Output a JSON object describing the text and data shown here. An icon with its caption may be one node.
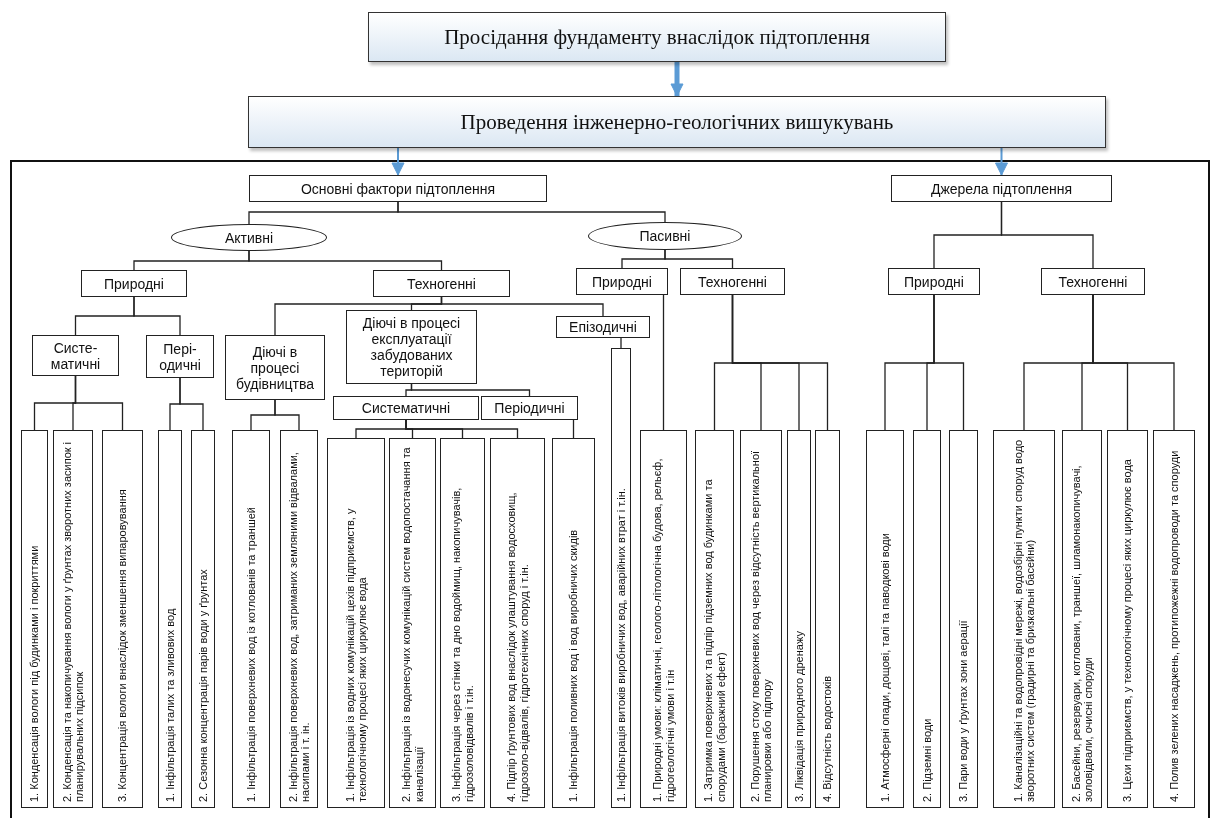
{
  "diagram": {
    "nodes": [
      {
        "text": [
          "Просідання фундаменту внаслідок підтоплення"
        ]
      },
      {
        "text": [
          "Проведення інженерно-геологічних вишукувань"
        ]
      },
      {
        "text": [
          "Основні фактори підтоплення"
        ]
      },
      {
        "text": [
          "Активні"
        ]
      },
      {
        "text": [
          "Пасивні"
        ]
      },
      {
        "text": [
          "Природні"
        ]
      },
      {
        "text": [
          "Техногенні"
        ]
      },
      {
        "text": [
          "Систе- матичні"
        ]
      },
      {
        "text": [
          "Пері- одичні"
        ]
      },
      {
        "text": [
          "Діючі в процесі будівництва"
        ]
      },
      {
        "text": [
          "Діючі в процесі експлуатації забудованих територій"
        ]
      },
      {
        "text": [
          "Епізодичні"
        ]
      },
      {
        "text": [
          "Систематичні"
        ]
      },
      {
        "text": [
          "Періодичні"
        ]
      },
      {
        "text": [
          "1. Конденсація вологи під будинками і покриттями"
        ]
      },
      {
        "text": [
          "2. Конденсація та накопичування вологи у ґрунтах зворотних засипок і планирувальних підсипок"
        ]
      },
      {
        "text": [
          "3. Концентрація вологи внаслідок зменшення випаровування"
        ]
      },
      {
        "text": [
          "1. Інфільтрація талих та зливових вод"
        ]
      },
      {
        "text": [
          "2. Сезонна концентрація парів води у ґрунтах"
        ]
      },
      {
        "text": [
          "1. Інфільтрація поверхневих вод із котлованів та траншей"
        ]
      },
      {
        "text": [
          "2. Інфільтрація поверхневих вод, затриманих земляними відвалами, насипами і т. ін."
        ]
      },
      {
        "text": [
          "1. Інфільтрація із водних комунікацій цехів підприємств, у технологічному процесі яких циркулює вода"
        ]
      },
      {
        "text": [
          "2. Інфільтрація із водонесучих комунікацій систем водопостачання та каналізації"
        ]
      },
      {
        "text": [
          "3. Інфільтрація через стінки та дно водоймищ, накопичувачів, гідрозоловідвалів і т.ін."
        ]
      },
      {
        "text": [
          "4. Підпір ґрунтових вод внаслідок улаштування водосховищ, гідрозоло-відвалів, гідротехнічних споруд і т.ін."
        ]
      },
      {
        "text": [
          "1. Інфільтрація поливних вод і вод виробничих скидів"
        ]
      },
      {
        "text": [
          "1. Інфільтрація витоків виробничих вод, аварійних втрат і т.ін."
        ]
      },
      {
        "text": [
          "Природні"
        ]
      },
      {
        "text": [
          "Техногенні"
        ]
      },
      {
        "text": [
          "1. Природні умови: кліматичні, геолого-літологічна будова, рельєф, гідрогеологічні умови і т.ін"
        ]
      },
      {
        "text": [
          "1. Затримка поверхневих та підпір підземних вод будинками та спорудами (баражний ефект)"
        ]
      },
      {
        "text": [
          "2. Порушення стоку поверхневих вод через відсутність вертикальної планировки або підпору"
        ]
      },
      {
        "text": [
          "3. Ліквідація природного дренажу"
        ]
      },
      {
        "text": [
          "4. Відсутність водостоків"
        ]
      },
      {
        "text": [
          "Джерела підтоплення"
        ]
      },
      {
        "text": [
          "Природні"
        ]
      },
      {
        "text": [
          "Техногенні"
        ]
      },
      {
        "text": [
          "1. Атмосферні опади, дощові, талі та паводкові води"
        ]
      },
      {
        "text": [
          "2. Підземні води"
        ]
      },
      {
        "text": [
          "3. Пари води у ґрунтах зони аерації"
        ]
      },
      {
        "text": [
          "1. Каналізаційні та водопровідні мережі, водозбірні пункти споруд водо зворотних систем (градирні та бризкальні басейни)"
        ]
      },
      {
        "text": [
          "2. Басейни, резервуари, котловани, траншеї, шламонакопичувачі, золовідвали, очисні споруди"
        ]
      },
      {
        "text": [
          "3. Цехи підприємств, у технологічному процесі яких циркулює вода"
        ]
      },
      {
        "text": [
          "4. Полив зелених насаджень, протипожежні водопроводи та споруди"
        ]
      }
    ],
    "edges": [
      {
        "from": 0,
        "to": 1,
        "arrow": "to",
        "style": "thick",
        "color": "#5b9bd5"
      },
      {
        "from": 1,
        "to": 2,
        "arrow": "to",
        "color": "#5b9bd5"
      },
      {
        "from": 1,
        "to": 34,
        "arrow": "to",
        "color": "#5b9bd5"
      },
      {
        "from": 2,
        "to": 3,
        "arrow": "none"
      },
      {
        "from": 2,
        "to": 4,
        "arrow": "none"
      },
      {
        "from": 3,
        "to": 5,
        "arrow": "none"
      },
      {
        "from": 3,
        "to": 6,
        "arrow": "none"
      },
      {
        "from": 5,
        "to": 7,
        "arrow": "none"
      },
      {
        "from": 5,
        "to": 8,
        "arrow": "none"
      },
      {
        "from": 6,
        "to": 9,
        "arrow": "none"
      },
      {
        "from": 6,
        "to": 10,
        "arrow": "none"
      },
      {
        "from": 6,
        "to": 11,
        "arrow": "none"
      },
      {
        "from": 10,
        "to": 12,
        "arrow": "none"
      },
      {
        "from": 10,
        "to": 13,
        "arrow": "none"
      },
      {
        "from": 7,
        "to": 14,
        "arrow": "none"
      },
      {
        "from": 7,
        "to": 15,
        "arrow": "none"
      },
      {
        "from": 7,
        "to": 16,
        "arrow": "none"
      },
      {
        "from": 8,
        "to": 17,
        "arrow": "none"
      },
      {
        "from": 8,
        "to": 18,
        "arrow": "none"
      },
      {
        "from": 9,
        "to": 19,
        "arrow": "none"
      },
      {
        "from": 9,
        "to": 20,
        "arrow": "none"
      },
      {
        "from": 12,
        "to": 21,
        "arrow": "none"
      },
      {
        "from": 12,
        "to": 22,
        "arrow": "none"
      },
      {
        "from": 12,
        "to": 23,
        "arrow": "none"
      },
      {
        "from": 12,
        "to": 24,
        "arrow": "none"
      },
      {
        "from": 13,
        "to": 25,
        "arrow": "none"
      },
      {
        "from": 11,
        "to": 26,
        "arrow": "none"
      },
      {
        "from": 4,
        "to": 27,
        "arrow": "none"
      },
      {
        "from": 4,
        "to": 28,
        "arrow": "none"
      },
      {
        "from": 27,
        "to": 29,
        "arrow": "none"
      },
      {
        "from": 28,
        "to": 30,
        "arrow": "none"
      },
      {
        "from": 28,
        "to": 31,
        "arrow": "none"
      },
      {
        "from": 28,
        "to": 32,
        "arrow": "none"
      },
      {
        "from": 28,
        "to": 33,
        "arrow": "none"
      },
      {
        "from": 34,
        "to": 35,
        "arrow": "none"
      },
      {
        "from": 34,
        "to": 36,
        "arrow": "none"
      },
      {
        "from": 35,
        "to": 37,
        "arrow": "none"
      },
      {
        "from": 35,
        "to": 38,
        "arrow": "none"
      },
      {
        "from": 35,
        "to": 39,
        "arrow": "none"
      },
      {
        "from": 36,
        "to": 40,
        "arrow": "none"
      },
      {
        "from": 36,
        "to": 41,
        "arrow": "none"
      },
      {
        "from": 36,
        "to": 42,
        "arrow": "none"
      },
      {
        "from": 36,
        "to": 43,
        "arrow": "none"
      }
    ]
  }
}
